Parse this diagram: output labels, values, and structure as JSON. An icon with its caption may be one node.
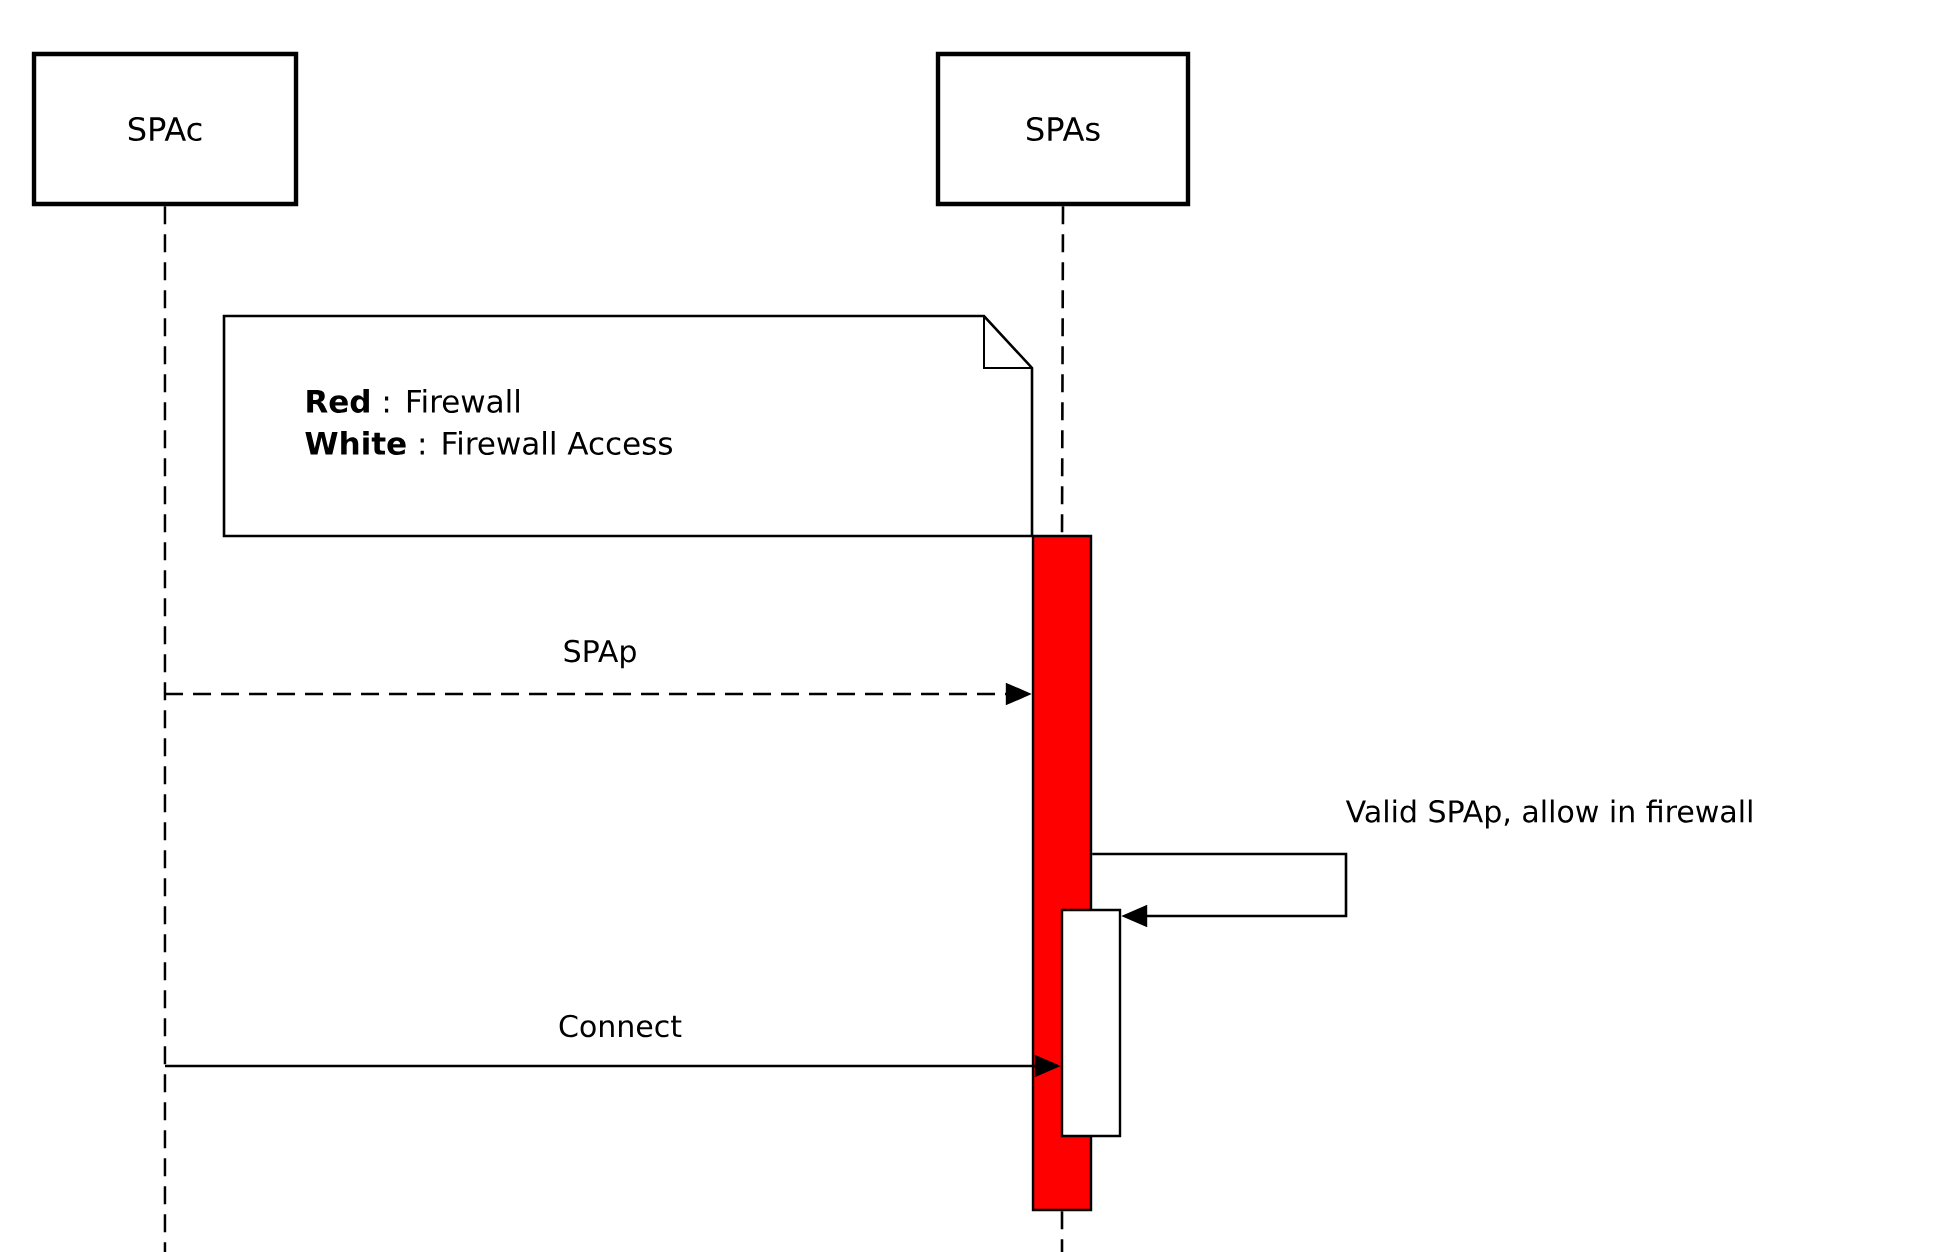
{
  "diagram": {
    "nodes": [
      {
        "text": [
          "SPAc"
        ]
      },
      {
        "text": [
          "SPAs"
        ]
      },
      {
        "text": [
          "**Red** : Firewall",
          "**White** : Firewall Access"
        ]
      },
      {
        "text": [],
        "shape": "bar"
      },
      {
        "text": [],
        "shape": "bar"
      }
    ],
    "edges": [
      {
        "from": 0,
        "to": null,
        "arrow": "none",
        "style": "dashed"
      },
      {
        "from": 1,
        "to": 3,
        "arrow": "none",
        "style": "dashed"
      },
      {
        "from": 3,
        "to": null,
        "arrow": "none",
        "style": "dashed"
      },
      {
        "from": null,
        "to": 3,
        "arrow": "to",
        "style": "dashed",
        "label": "SPAp"
      },
      {
        "from": null,
        "to": 4,
        "arrow": "to",
        "label": "Connect"
      },
      {
        "from": 3,
        "to": 4,
        "arrow": "to",
        "label": "Valid SPAp, allow in firewall"
      }
    ]
  }
}
